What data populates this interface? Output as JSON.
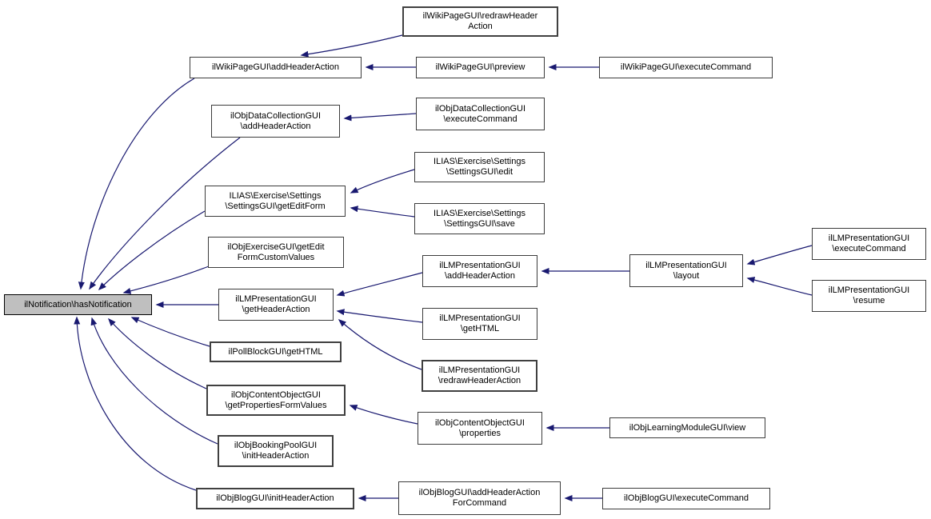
{
  "diagram": {
    "type": "doxygen-caller-graph",
    "focus_function": "ilNotification\\hasNotification",
    "colors": {
      "background": "#ffffff",
      "edge": "#191970",
      "node_border": "#3c3c3c",
      "focus_node_fill": "#bfbfbf",
      "node_fill": "#ffffff"
    },
    "nodes": [
      {
        "id": "wiki-redrawHeaderAction",
        "label": "ilWikiPageGUI\\redrawHeader\nAction",
        "emphasized": true
      },
      {
        "id": "wiki-addHeaderAction",
        "label": "ilWikiPageGUI\\addHeaderAction",
        "emphasized": false
      },
      {
        "id": "wiki-preview",
        "label": "ilWikiPageGUI\\preview",
        "emphasized": false
      },
      {
        "id": "wiki-executeCommand",
        "label": "ilWikiPageGUI\\executeCommand",
        "emphasized": false
      },
      {
        "id": "dc-addHeaderAction",
        "label": "ilObjDataCollectionGUI\n\\addHeaderAction",
        "emphasized": false
      },
      {
        "id": "dc-executeCommand",
        "label": "ilObjDataCollectionGUI\n\\executeCommand",
        "emphasized": false
      },
      {
        "id": "settings-edit",
        "label": "ILIAS\\Exercise\\Settings\n\\SettingsGUI\\edit",
        "emphasized": false
      },
      {
        "id": "settings-getEditForm",
        "label": "ILIAS\\Exercise\\Settings\n\\SettingsGUI\\getEditForm",
        "emphasized": false
      },
      {
        "id": "settings-save",
        "label": "ILIAS\\Exercise\\Settings\n\\SettingsGUI\\save",
        "emphasized": false
      },
      {
        "id": "exercise-getEditFormCustomValues",
        "label": "ilObjExerciseGUI\\getEdit\nFormCustomValues",
        "emphasized": false
      },
      {
        "id": "lm-addHeaderAction",
        "label": "ilLMPresentationGUI\n\\addHeaderAction",
        "emphasized": false
      },
      {
        "id": "lm-layout",
        "label": "ilLMPresentationGUI\n\\layout",
        "emphasized": false
      },
      {
        "id": "lm-executeCommand",
        "label": "ilLMPresentationGUI\n\\executeCommand",
        "emphasized": false
      },
      {
        "id": "lm-resume",
        "label": "ilLMPresentationGUI\n\\resume",
        "emphasized": false
      },
      {
        "id": "hasNotification",
        "label": "ilNotification\\hasNotification",
        "emphasized": false,
        "focus": true
      },
      {
        "id": "lm-getHeaderAction",
        "label": "ilLMPresentationGUI\n\\getHeaderAction",
        "emphasized": false
      },
      {
        "id": "lm-getHTML",
        "label": "ilLMPresentationGUI\n\\getHTML",
        "emphasized": false
      },
      {
        "id": "pollblock-getHTML",
        "label": "ilPollBlockGUI\\getHTML",
        "emphasized": true
      },
      {
        "id": "lm-redrawHeaderAction",
        "label": "ilLMPresentationGUI\n\\redrawHeaderAction",
        "emphasized": true
      },
      {
        "id": "co-getPropertiesFormValues",
        "label": "ilObjContentObjectGUI\n\\getPropertiesFormValues",
        "emphasized": true
      },
      {
        "id": "co-properties",
        "label": "ilObjContentObjectGUI\n\\properties",
        "emphasized": false
      },
      {
        "id": "lmgui-view",
        "label": "ilObjLearningModuleGUI\\view",
        "emphasized": false
      },
      {
        "id": "bookingpool-initHeaderAction",
        "label": "ilObjBookingPoolGUI\n\\initHeaderAction",
        "emphasized": true
      },
      {
        "id": "blog-initHeaderAction",
        "label": "ilObjBlogGUI\\initHeaderAction",
        "emphasized": true
      },
      {
        "id": "blog-addHeaderActionForCommand",
        "label": "ilObjBlogGUI\\addHeaderAction\nForCommand",
        "emphasized": false
      },
      {
        "id": "blog-executeCommand",
        "label": "ilObjBlogGUI\\executeCommand",
        "emphasized": false
      }
    ],
    "edges": [
      {
        "from": "wiki-redrawHeaderAction",
        "to": "wiki-addHeaderAction"
      },
      {
        "from": "wiki-preview",
        "to": "wiki-addHeaderAction"
      },
      {
        "from": "wiki-executeCommand",
        "to": "wiki-preview"
      },
      {
        "from": "wiki-addHeaderAction",
        "to": "hasNotification"
      },
      {
        "from": "dc-executeCommand",
        "to": "dc-addHeaderAction"
      },
      {
        "from": "dc-addHeaderAction",
        "to": "hasNotification"
      },
      {
        "from": "settings-edit",
        "to": "settings-getEditForm"
      },
      {
        "from": "settings-save",
        "to": "settings-getEditForm"
      },
      {
        "from": "settings-getEditForm",
        "to": "hasNotification"
      },
      {
        "from": "exercise-getEditFormCustomValues",
        "to": "hasNotification"
      },
      {
        "from": "lm-getHeaderAction",
        "to": "hasNotification"
      },
      {
        "from": "lm-addHeaderAction",
        "to": "lm-getHeaderAction"
      },
      {
        "from": "lm-getHTML",
        "to": "lm-getHeaderAction"
      },
      {
        "from": "lm-redrawHeaderAction",
        "to": "lm-getHeaderAction"
      },
      {
        "from": "lm-layout",
        "to": "lm-addHeaderAction"
      },
      {
        "from": "lm-executeCommand",
        "to": "lm-layout"
      },
      {
        "from": "lm-resume",
        "to": "lm-layout"
      },
      {
        "from": "pollblock-getHTML",
        "to": "hasNotification"
      },
      {
        "from": "co-getPropertiesFormValues",
        "to": "hasNotification"
      },
      {
        "from": "co-properties",
        "to": "co-getPropertiesFormValues"
      },
      {
        "from": "lmgui-view",
        "to": "co-properties"
      },
      {
        "from": "bookingpool-initHeaderAction",
        "to": "hasNotification"
      },
      {
        "from": "blog-initHeaderAction",
        "to": "hasNotification"
      },
      {
        "from": "blog-addHeaderActionForCommand",
        "to": "blog-initHeaderAction"
      },
      {
        "from": "blog-executeCommand",
        "to": "blog-addHeaderActionForCommand"
      }
    ]
  }
}
